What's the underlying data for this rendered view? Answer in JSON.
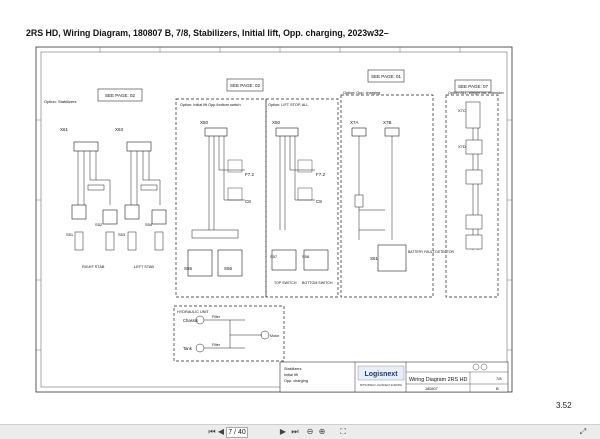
{
  "document": {
    "title": "2RS HD, Wiring Diagram, 180807 B, 7/8, Stabilizers, Initial lift, Opp. charging, 2023w32–",
    "page_number": "3.52"
  },
  "diagram": {
    "see_pages": [
      "SEE PAGE: 02",
      "SEE PAGE: 02",
      "SEE PAGE: 01",
      "SEE PAGE: 07"
    ],
    "sections": {
      "stabilizers": "Option: Stabilizers",
      "initial_lift": "Option: Initial lift Opp./bottom switch",
      "lift_stop": "Option: LIFT STOP, ALL",
      "opp_charging": "Option: Opp. charging",
      "height_ext": "Option: ALL, Weight incl. extension",
      "hydraulic": "HYDRAULIC UNIT"
    },
    "components": {
      "x61": "X61",
      "x63": "X63",
      "x50a": "X50",
      "x50b": "X50",
      "x7a": "X7A",
      "x7b": "X7B",
      "x7c": "X7C",
      "x7d": "X7D",
      "s51": "S51",
      "s52": "S52",
      "s53": "S53",
      "s54": "S54",
      "s55": "S55",
      "s56": "S56",
      "s57": "S57",
      "s58": "S58",
      "f72": "F7.2",
      "f72b": "F7.2",
      "c8": "C8",
      "c8b": "C8",
      "s61": "S61"
    },
    "labels": {
      "right_stab": "RIGHT STAB",
      "left_stab": "LEFT STAB",
      "top_switch": "TOP SWITCH",
      "bottom_switch": "BOTTOM SWITCH",
      "battery": "BATTERY FAULT DETECTOR",
      "chassis": "Chassis",
      "tank": "Tank",
      "filter": "Filter",
      "motor": "Motor"
    },
    "title_block": {
      "desc_lines": [
        "Stabilizers",
        "Initial lift",
        "Opp. charging"
      ],
      "logo": "Logisnext",
      "logo_sub": "MITSUBISHI LOGISNEXT EUROPE",
      "sheet_title": "Wiring Diagram 2RS HD",
      "drawing_no": "180807",
      "page_of": "7/8",
      "rev": "B"
    }
  },
  "toolbar": {
    "current_page": "7 / 40",
    "total": "",
    "first_icon": "first-page-icon",
    "prev_icon": "previous-page-icon",
    "next_icon": "next-page-icon",
    "last_icon": "last-page-icon",
    "zoom_in_icon": "zoom-in-icon",
    "zoom_out_icon": "zoom-out-icon",
    "fit_icon": "fit-page-icon",
    "expand_icon": "expand-icon"
  }
}
